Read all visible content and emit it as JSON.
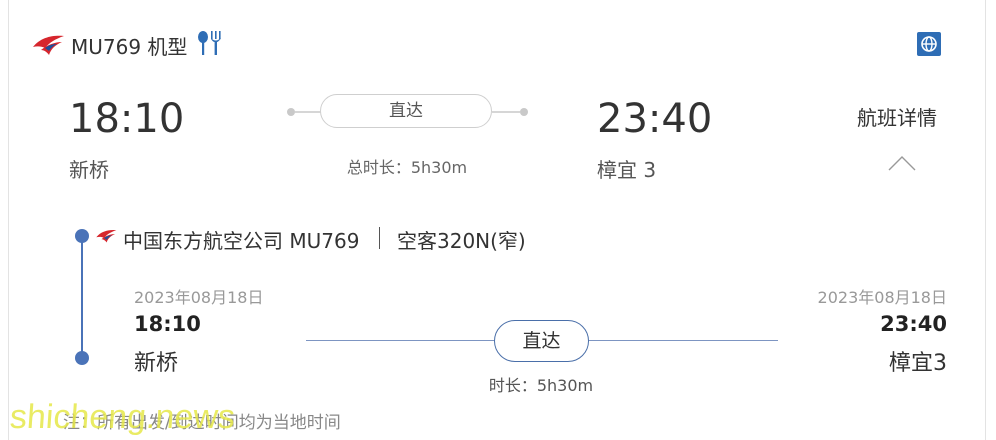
{
  "header": {
    "flight_label": "MU769 机型",
    "airline_logo": "china-eastern-swallow-logo",
    "meal_icon": "fork-spoon-icon",
    "globe_icon": "globe-icon"
  },
  "summary": {
    "depart_time": "18:10",
    "depart_airport": "新桥",
    "stop_type": "直达",
    "total_duration": "总时长：5h30m",
    "arrive_time": "23:40",
    "arrive_airport": "樟宜 3",
    "details_link": "航班详情"
  },
  "detail": {
    "carrier": "中国东方航空公司 MU769",
    "aircraft": "空客320N(窄)",
    "depart_date": "2023年08月18日",
    "depart_time": "18:10",
    "depart_airport": "新桥",
    "arrive_date": "2023年08月18日",
    "arrive_time": "23:40",
    "arrive_airport": "樟宜3",
    "stop_type": "直达",
    "duration": "时长：5h30m"
  },
  "footer": {
    "note": "注：所有出发/到达时间均为当地时间"
  },
  "watermark": "shicheng.news",
  "colors": {
    "accent_blue": "#4a73b8",
    "logo_red": "#d6262d",
    "logo_blue": "#1d4f9a"
  }
}
